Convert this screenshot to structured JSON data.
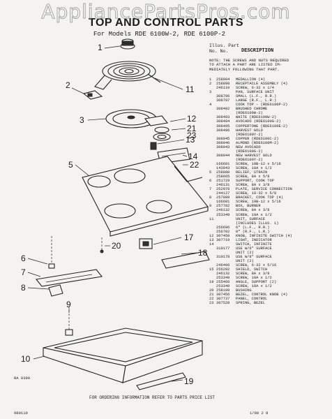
{
  "watermark": "AppliancePartsPros.com",
  "title": "TOP AND CONTROL PARTS",
  "subtitle": "For Models RDE 6100W-2, RDE 6100P-2",
  "list": {
    "col1": "Illus. Part",
    "col2": "No.   No.",
    "col3": "DESCRIPTION",
    "note": [
      "NOTE: THE SCREWS AND NUTS REQUIRED",
      "TO ATTACH A PART ARE LISTED IM-",
      "MEDIATELY FOLLOWING THAT PART."
    ],
    "parts": [
      {
        "n": "1",
        "p": "258904",
        "d": "MEDALLION (4)"
      },
      {
        "n": "2",
        "p": "258898",
        "d": "RECEPTACLE ASSEMBLY (4)"
      },
      {
        "n": "",
        "p": "246110",
        "d": "SCREW, 6-32 x 1/4"
      },
      {
        "n": "3",
        "p": "",
        "d": "PAN, SURFACE UNIT"
      },
      {
        "n": "",
        "p": "308796",
        "d": "SMALL (L.F., R.R.)"
      },
      {
        "n": "",
        "p": "308797",
        "d": "LARGE (R.F., L.R.)"
      },
      {
        "n": "4",
        "p": "",
        "d": "COOK TOP - (RDE6100P-2)"
      },
      {
        "n": "",
        "p": "308492",
        "d": "BRUSHED CHROME"
      },
      {
        "n": "",
        "p": "",
        "d": "(RDE6100W-2)"
      },
      {
        "n": "",
        "p": "308493",
        "d": "WHITE (RDE6100W-2)"
      },
      {
        "n": "",
        "p": "308494",
        "d": "AVOCADO (RDE6100G-2)"
      },
      {
        "n": "",
        "p": "308495",
        "d": "COPPERTONE (RDE6100E-2)"
      },
      {
        "n": "",
        "p": "308496",
        "d": "HARVEST GOLD"
      },
      {
        "n": "",
        "p": "",
        "d": "(RDE6100Y-2)"
      },
      {
        "n": "",
        "p": "308945",
        "d": "COPPER (RDE6100C-2)"
      },
      {
        "n": "",
        "p": "308946",
        "d": "ALMOND (RDE6100M-2)"
      },
      {
        "n": "",
        "p": "308943",
        "d": "NEW AVOCADO"
      },
      {
        "n": "",
        "p": "",
        "d": "(RDE6100G-2)"
      },
      {
        "n": "",
        "p": "308944",
        "d": "NEW HARVEST GOLD"
      },
      {
        "n": "",
        "p": "",
        "d": "(RDE6100Y-2)"
      },
      {
        "n": "",
        "p": "166681",
        "d": "SCREW, 10B-12 x 5/16"
      },
      {
        "n": "",
        "p": "143043",
        "d": "SCREW, 10A x 1/2"
      },
      {
        "n": "5",
        "p": "258880",
        "d": "RELIEF, STRAIN"
      },
      {
        "n": "",
        "p": "258665",
        "d": "SCREW, 8A x 5/8"
      },
      {
        "n": "6",
        "p": "251729",
        "d": "SUPPORT, COOK TOP"
      },
      {
        "n": "",
        "p": "246131",
        "d": "SCREW, 8A x 3/8"
      },
      {
        "n": "7",
        "p": "252978",
        "d": "PLATE, SERVICE CONNECTION"
      },
      {
        "n": "",
        "p": "244127",
        "d": "SCREW, 10-32 x 5/8"
      },
      {
        "n": "8",
        "p": "257889",
        "d": "BRACKET, COOK TOP (4)"
      },
      {
        "n": "",
        "p": "166681",
        "d": "SCREW, 10B-12 x 5/16"
      },
      {
        "n": "9",
        "p": "257782",
        "d": "BOX, BURNER"
      },
      {
        "n": "",
        "p": "246132",
        "d": "SCREW, 8A x 3/8"
      },
      {
        "n": "",
        "p": "253349",
        "d": "SCREW, 10A x 1/2"
      },
      {
        "n": "11",
        "p": "",
        "d": "UNIT, SURFACE"
      },
      {
        "n": "",
        "p": "",
        "d": "(INCLUDES ILLUS. 1)"
      },
      {
        "n": "",
        "p": "256696",
        "d": "6\" (L.F., R.R.)"
      },
      {
        "n": "",
        "p": "256702",
        "d": "8\" (R.F., L.R.)"
      },
      {
        "n": "12",
        "p": "307458",
        "d": "KNOB, INFINITE SWITCH (4)"
      },
      {
        "n": "13",
        "p": "307719",
        "d": "LIGHT, INDICATOR"
      },
      {
        "n": "14",
        "p": "",
        "d": "SWITCH, INFINITE"
      },
      {
        "n": "",
        "p": "310177",
        "d": "USE W/6\" SURFACE"
      },
      {
        "n": "",
        "p": "",
        "d": "UNIT (2)"
      },
      {
        "n": "",
        "p": "310178",
        "d": "USE W/8\" SURFACE"
      },
      {
        "n": "",
        "p": "",
        "d": "UNIT (2)"
      },
      {
        "n": "",
        "p": "246406",
        "d": "SCREW, 6-32 x 5/16"
      },
      {
        "n": "15",
        "p": "256282",
        "d": "SHIELD, SWITCH"
      },
      {
        "n": "",
        "p": "246132",
        "d": "SCREW, 8A x 3/8"
      },
      {
        "n": "",
        "p": "253349",
        "d": "SCREW, 10A x 1/2"
      },
      {
        "n": "19",
        "p": "255466",
        "d": "ANGLE, SUPPORT (2)"
      },
      {
        "n": "",
        "p": "253349",
        "d": "SCREW, 10A x 1/2"
      },
      {
        "n": "20",
        "p": "258109",
        "d": "BUSHING"
      },
      {
        "n": "21",
        "p": "307456",
        "d": "BEZEL, CONTROL KNOB (4)"
      },
      {
        "n": "22",
        "p": "307737",
        "d": "PANEL, CONTROL"
      },
      {
        "n": "23",
        "p": "307528",
        "d": "SPRING, BEZEL"
      }
    ]
  },
  "callouts": [
    "1",
    "2",
    "3",
    "5",
    "6",
    "7",
    "8",
    "9",
    "10",
    "11",
    "12",
    "13",
    "14",
    "17",
    "18",
    "19",
    "20",
    "21",
    "22",
    "23"
  ],
  "footer": "FOR ORDERING INFORMATION REFER TO PARTS PRICE LIST",
  "code_ra": "RA 0399",
  "code_left": "980110",
  "code_right": "1/80  2  8"
}
